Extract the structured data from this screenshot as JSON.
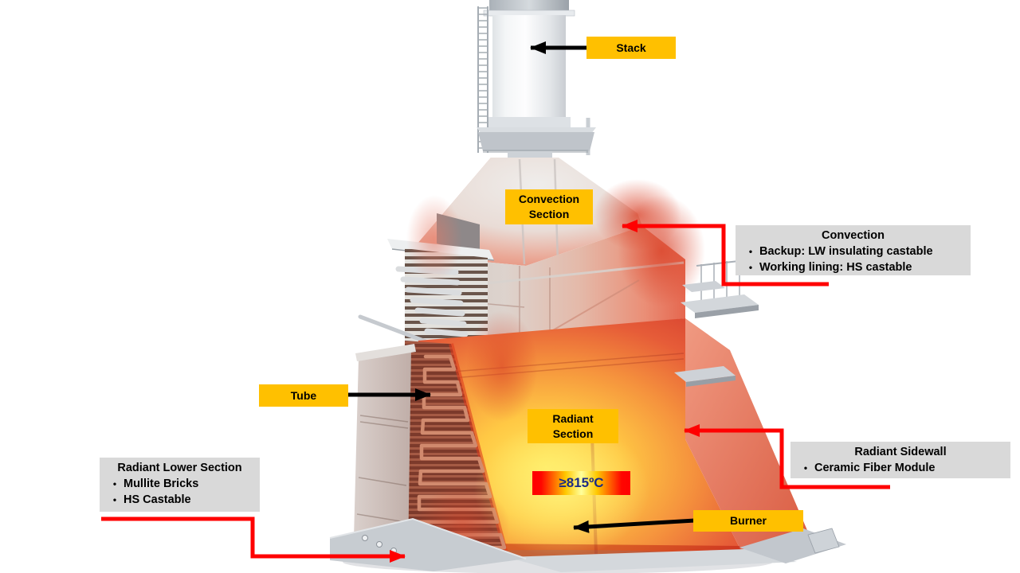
{
  "part_labels": {
    "stack": "Stack",
    "convection_section": "Convection\nSection",
    "tube": "Tube",
    "radiant_section": "Radiant\nSection",
    "burner": "Burner",
    "temperature": "≥815ºC"
  },
  "info_boxes": {
    "convection": {
      "title": "Convection",
      "bullets": [
        "Backup: LW insulating castable",
        "Working lining: HS castable"
      ]
    },
    "radiant_lower_section": {
      "title": "Radiant Lower Section",
      "bullets": [
        "Mullite Bricks",
        "HS Castable"
      ]
    },
    "radiant_sidewall": {
      "title": "Radiant Sidewall",
      "bullets": [
        "Ceramic Fiber Module"
      ]
    }
  },
  "colors": {
    "label_background": "#FFC000",
    "info_background": "#D9D9D9",
    "connector_red": "#FF0000",
    "arrow_black": "#000000",
    "temperature_text": "#1C2C85"
  }
}
